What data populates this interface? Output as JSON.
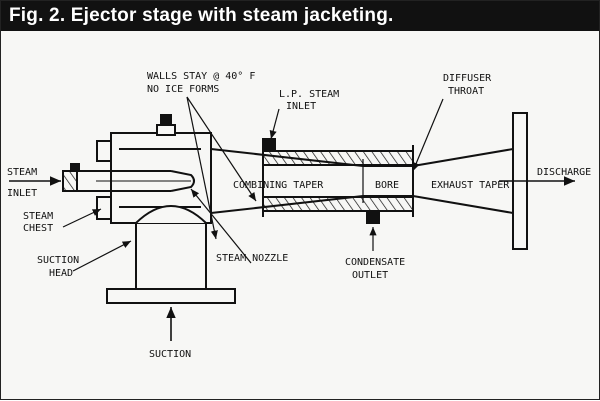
{
  "figure": {
    "title": "Fig. 2. Ejector stage with steam jacketing."
  },
  "labels": {
    "walls_line1": "WALLS STAY @ 40° F",
    "walls_line2": "NO ICE FORMS",
    "lp_steam_line1": "L.P. STEAM",
    "lp_steam_line2": "INLET",
    "diffuser_line1": "DIFFUSER",
    "diffuser_line2": "THROAT",
    "steam_inlet_line1": "STEAM",
    "steam_inlet_line2": "INLET",
    "steam_chest_line1": "STEAM",
    "steam_chest_line2": "CHEST",
    "combining_taper": "COMBINING TAPER",
    "bore": "BORE",
    "exhaust_taper": "EXHAUST TAPER",
    "discharge": "DISCHARGE",
    "suction_head_line1": "SUCTION",
    "suction_head_line2": "HEAD",
    "steam_nozzle": "STEAM NOZZLE",
    "condensate_line1": "CONDENSATE",
    "condensate_line2": "OUTLET",
    "suction": "SUCTION"
  }
}
